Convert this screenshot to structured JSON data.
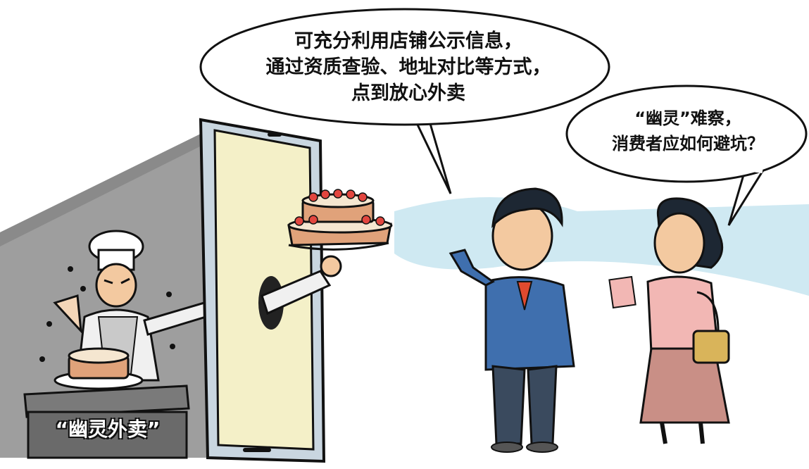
{
  "bubbles": {
    "left": {
      "line1": "可充分利用店铺公示信息，",
      "line2": "通过资质查验、地址对比等方式，",
      "line3": "点到放心外卖"
    },
    "right": {
      "line1": "“幽灵”难察，",
      "line2": "消费者应如何避坑？"
    }
  },
  "counter_label": "“幽灵外卖”",
  "colors": {
    "dark_room": "#9a9a9a",
    "sky_band": "#cfe9f2",
    "phone_frame": "#c9d6e0",
    "phone_screen": "#f4f0c8",
    "suit": "#3f6fae",
    "trousers": "#3a4a5e",
    "blouse": "#f2b7b4",
    "skirt": "#c98f86",
    "handbag": "#d9b45a",
    "cake_cream": "#f5e6d0",
    "strawberry": "#e2463f"
  },
  "icons": [
    "chef-figure",
    "phone-device",
    "cake-icon",
    "man-figure",
    "woman-figure",
    "fly-icon",
    "handbag-icon",
    "cash-icon"
  ]
}
